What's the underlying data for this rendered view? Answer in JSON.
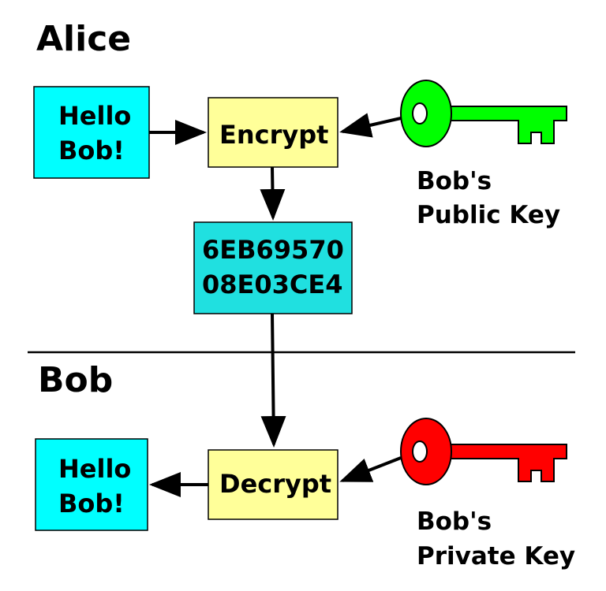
{
  "alice": {
    "heading": "Alice",
    "message_lines": [
      "Hello",
      "Bob!"
    ],
    "encrypt_label": "Encrypt",
    "ciphertext_lines": [
      "6EB69570",
      "08E03CE4"
    ],
    "public_key_label_lines": [
      "Bob's",
      "Public Key"
    ]
  },
  "bob": {
    "heading": "Bob",
    "message_lines": [
      "Hello",
      "Bob!"
    ],
    "decrypt_label": "Decrypt",
    "private_key_label_lines": [
      "Bob's",
      "Private Key"
    ]
  },
  "colors": {
    "message_box": "#00ffff",
    "cipher_box": "#20e0e0",
    "process_box": "#ffff99",
    "public_key": "#00ff00",
    "private_key": "#ff0000"
  },
  "icons": {
    "public_key": "key-icon",
    "private_key": "key-icon"
  }
}
